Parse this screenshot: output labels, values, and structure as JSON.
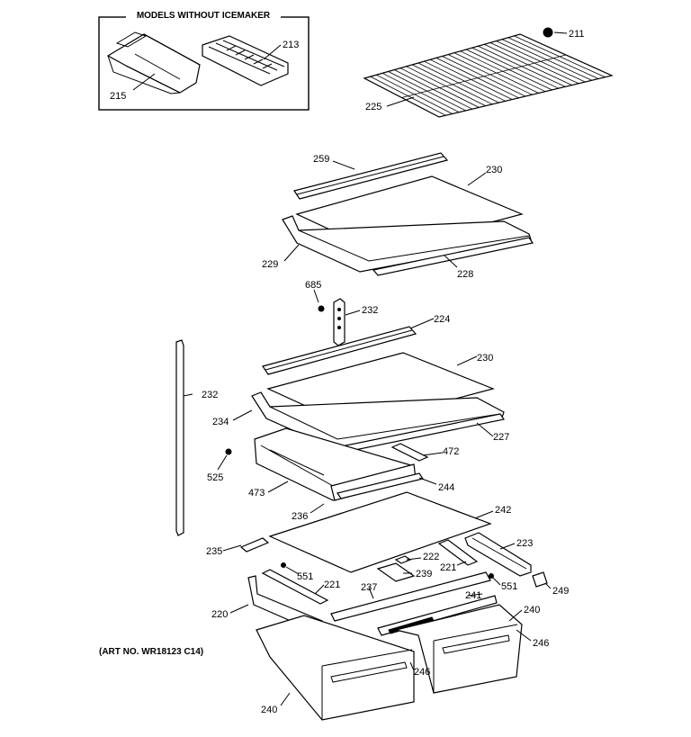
{
  "diagram": {
    "inset_title": "MODELS WITHOUT ICEMAKER",
    "art_number": "(ART NO. WR18123 C14)",
    "callouts": [
      {
        "id": "c211",
        "text": "211"
      },
      {
        "id": "c213",
        "text": "213"
      },
      {
        "id": "c215",
        "text": "215"
      },
      {
        "id": "c225",
        "text": "225"
      },
      {
        "id": "c259",
        "text": "259"
      },
      {
        "id": "c230a",
        "text": "230"
      },
      {
        "id": "c229",
        "text": "229"
      },
      {
        "id": "c228",
        "text": "228"
      },
      {
        "id": "c685",
        "text": "685"
      },
      {
        "id": "c232a",
        "text": "232"
      },
      {
        "id": "c224",
        "text": "224"
      },
      {
        "id": "c232b",
        "text": "232"
      },
      {
        "id": "c230b",
        "text": "230"
      },
      {
        "id": "c234",
        "text": "234"
      },
      {
        "id": "c227",
        "text": "227"
      },
      {
        "id": "c472",
        "text": "472"
      },
      {
        "id": "c525",
        "text": "525"
      },
      {
        "id": "c473",
        "text": "473"
      },
      {
        "id": "c244",
        "text": "244"
      },
      {
        "id": "c236",
        "text": "236"
      },
      {
        "id": "c242",
        "text": "242"
      },
      {
        "id": "c235",
        "text": "235"
      },
      {
        "id": "c223",
        "text": "223"
      },
      {
        "id": "c222",
        "text": "222"
      },
      {
        "id": "c221a",
        "text": "221"
      },
      {
        "id": "c551a",
        "text": "551"
      },
      {
        "id": "c239",
        "text": "239"
      },
      {
        "id": "c221b",
        "text": "221"
      },
      {
        "id": "c237",
        "text": "237"
      },
      {
        "id": "c241",
        "text": "241"
      },
      {
        "id": "c551b",
        "text": "551"
      },
      {
        "id": "c249",
        "text": "249"
      },
      {
        "id": "c220",
        "text": "220"
      },
      {
        "id": "c240a",
        "text": "240"
      },
      {
        "id": "c246a",
        "text": "246"
      },
      {
        "id": "c246b",
        "text": "246"
      },
      {
        "id": "c240b",
        "text": "240"
      }
    ]
  }
}
